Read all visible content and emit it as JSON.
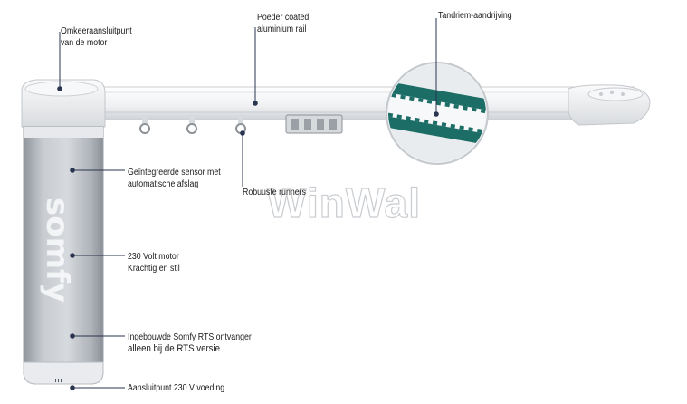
{
  "product": {
    "brand_on_motor": "somfy",
    "watermark": "WinWal"
  },
  "callouts": {
    "reversal_point": {
      "line1": "Omkeeraansluitpunt",
      "line2": "van de motor"
    },
    "rail": {
      "line1": "Poeder coated",
      "line2": "aluminium rail"
    },
    "belt": {
      "line1": "Tandriem-aandrijving"
    },
    "sensor": {
      "line1": "Geïntegreerde sensor met",
      "line2": "automatische afslag"
    },
    "runners": {
      "line1": "Robuuste runners"
    },
    "motor": {
      "line1": "230 Volt motor",
      "line2": "Krachtig en stil"
    },
    "receiver": {
      "line1": "Ingebouwde Somfy RTS ontvanger",
      "line2": "alleen bij de RTS versie"
    },
    "power": {
      "line1": "Aansluitpunt 230 V voeding"
    }
  },
  "colors": {
    "motor_body": "#b9bdc3",
    "rail": "#f1f3f5",
    "belt": "#1c6d66",
    "callout_dot": "#2a3550"
  }
}
